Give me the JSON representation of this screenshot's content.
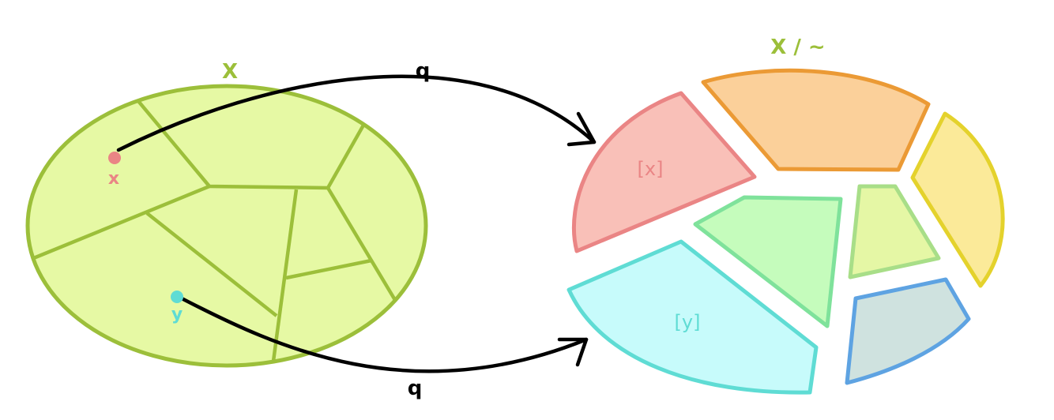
{
  "colors": {
    "ellipse_fill": "#e6f9a4",
    "ellipse_stroke": "#9cbf3a",
    "arrow": "#000000",
    "red_fill": "#f9c0b8",
    "red_stroke": "#ea8585",
    "orange_fill": "#fbd09a",
    "orange_stroke": "#eb9a35",
    "yellow_fill": "#fbea99",
    "yellow_stroke": "#e4d22c",
    "lightgreen_fill": "#e5f7a5",
    "lightgreen_stroke": "#a8de88",
    "green_fill": "#c5fcbc",
    "green_stroke": "#7fe29b",
    "cyan_fill": "#c7fbfb",
    "cyan_stroke": "#5fdcd4",
    "blue_fill": "#cfe2df",
    "blue_stroke": "#5ea3e2"
  },
  "labels": {
    "space": "X",
    "quotient": "X / ~",
    "map_top": "q",
    "map_bottom": "q",
    "point_x": "x",
    "point_y": "y",
    "class_x": "[x]",
    "class_y": "[y]"
  }
}
